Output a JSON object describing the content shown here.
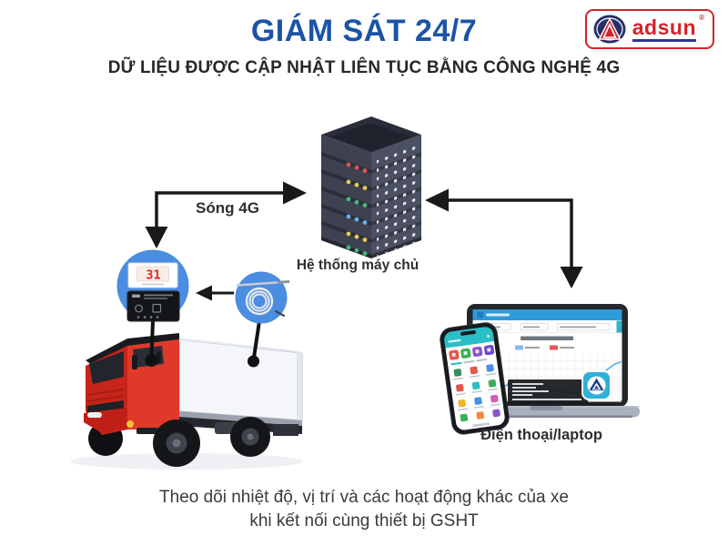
{
  "header": {
    "title": "GIÁM SÁT 24/7",
    "subtitle": "DỮ LIỆU ĐƯỢC CẬP NHẬT LIÊN TỤC BẰNG CÔNG NGHỆ 4G"
  },
  "logo": {
    "name": "adsun",
    "reg": "®"
  },
  "diagram": {
    "wave_label": "Sóng 4G",
    "server_label": "Hệ thống máy chủ",
    "client_label": "Điện thoại/laptop",
    "device": {
      "display_value": "31"
    }
  },
  "footer": {
    "line1": "Theo dõi nhiệt độ, vị trí và các hoạt động khác của xe",
    "line2": "khi kết nối cùng thiết bị GSHT"
  },
  "colors": {
    "title_blue": "#1b54a6",
    "callout_circle_blue": "#4b8de0",
    "truck_red": "#d8261c",
    "logo_red": "#d2232a",
    "logo_navy": "#262f66",
    "arrow_black": "#191919",
    "server_led_rows": [
      "#e05252",
      "#ecc94b",
      "#43b97a",
      "#5db4ea",
      "#ecc94b",
      "#43b97a"
    ],
    "laptop_topbar_blue": "#2f9bd9",
    "phone_header_teal": "#2bbfc7",
    "app_icon_blue": "#2fb0d9"
  }
}
